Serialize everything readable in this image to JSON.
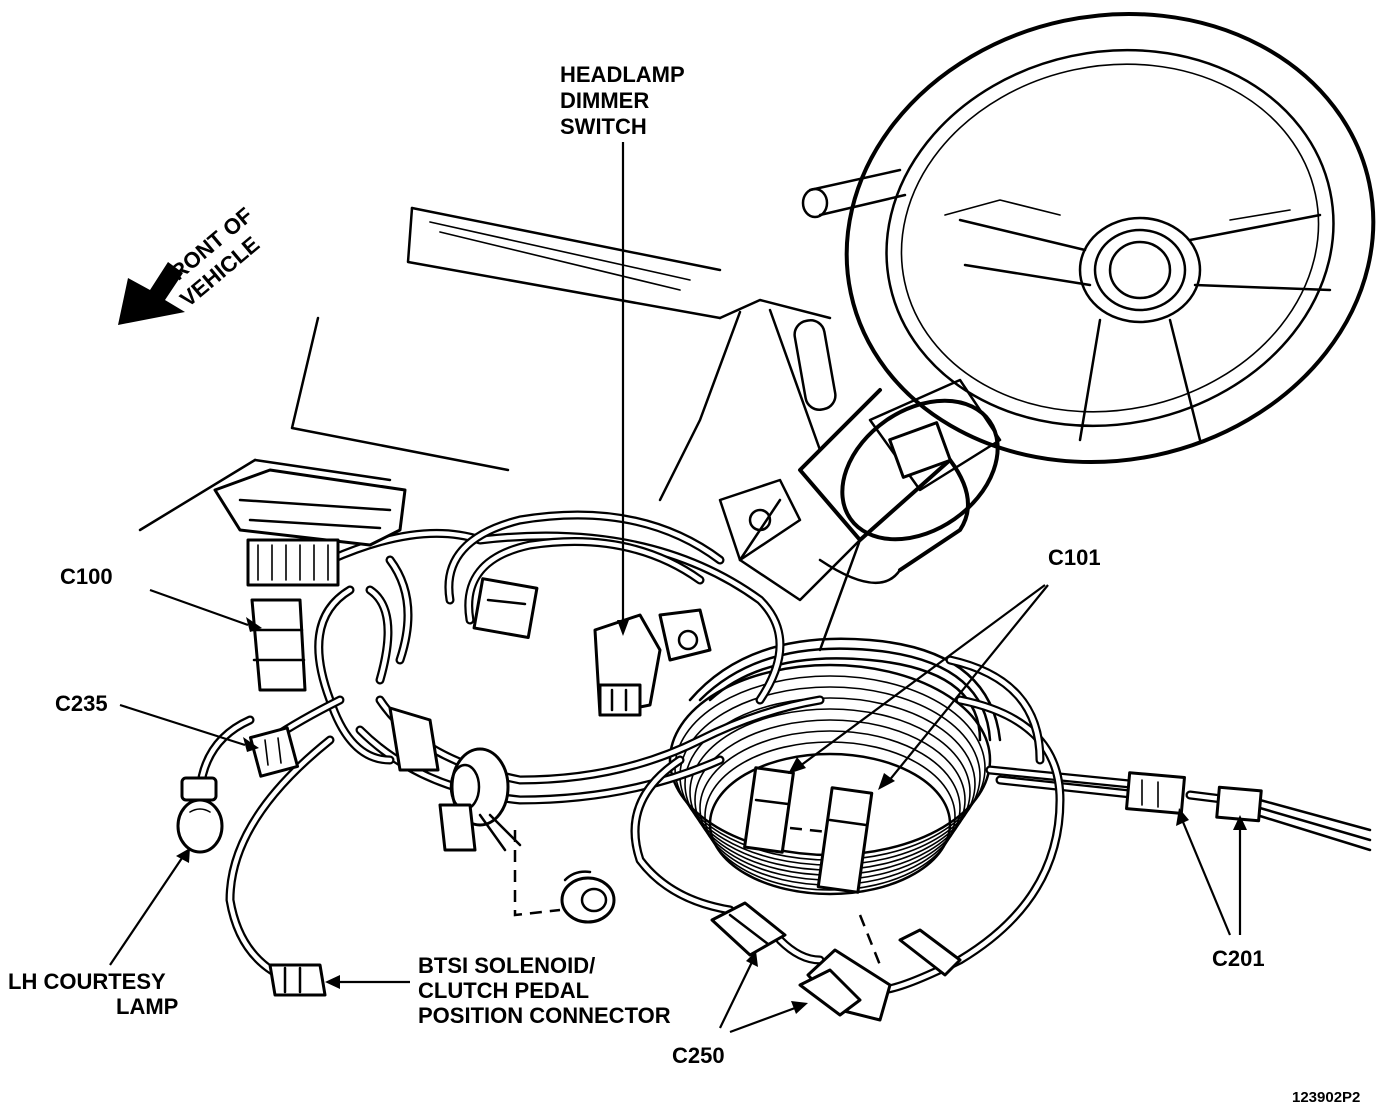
{
  "labels": {
    "headlamp_dimmer_switch": [
      "HEADLAMP",
      "DIMMER",
      "SWITCH"
    ],
    "front_of_vehicle": [
      "FRONT OF",
      "VEHICLE"
    ],
    "c100": "C100",
    "c101": "C101",
    "c235": "C235",
    "c201": "C201",
    "c250": "C250",
    "lh_courtesy_lamp": [
      "LH COURTESY",
      "LAMP"
    ],
    "btsi_connector": [
      "BTSI SOLENOID/",
      "CLUTCH PEDAL",
      "POSITION CONNECTOR"
    ],
    "figure_code": "123902P2"
  }
}
